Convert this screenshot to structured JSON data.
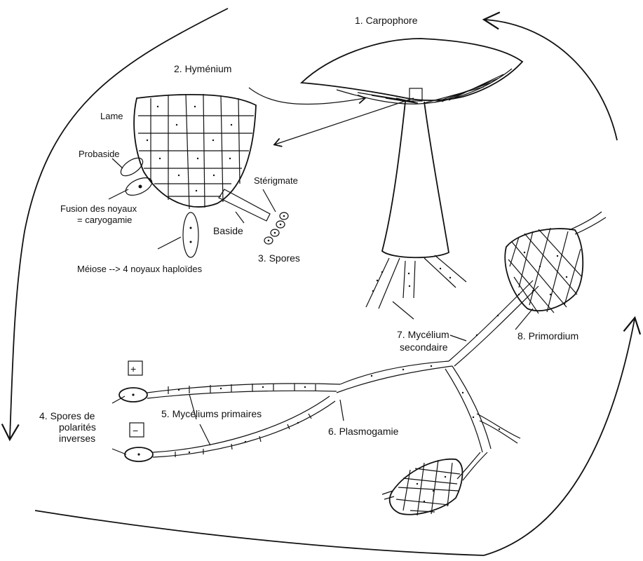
{
  "labels": {
    "carpophore": "1. Carpophore",
    "hymenium": "2. Hyménium",
    "lame": "Lame",
    "probaside": "Probaside",
    "fusion_line1": "Fusion des noyaux",
    "fusion_line2": "= caryogamie",
    "sterigmate": "Stérigmate",
    "baside": "Baside",
    "spores": "3. Spores",
    "meiose": "Méiose --> 4 noyaux haploïdes",
    "spores_polarites_line1": "4. Spores de",
    "spores_polarites_line2": "polarités",
    "spores_polarites_line3": "inverses",
    "myceliums_primaires": "5. Mycéliums primaires",
    "plasmogamie": "6. Plasmogamie",
    "mycelium_secondaire_line1": "7. Mycélium",
    "mycelium_secondaire_line2": "secondaire",
    "primordium": "8. Primordium",
    "plus_sign": "+",
    "minus_sign": "−"
  }
}
